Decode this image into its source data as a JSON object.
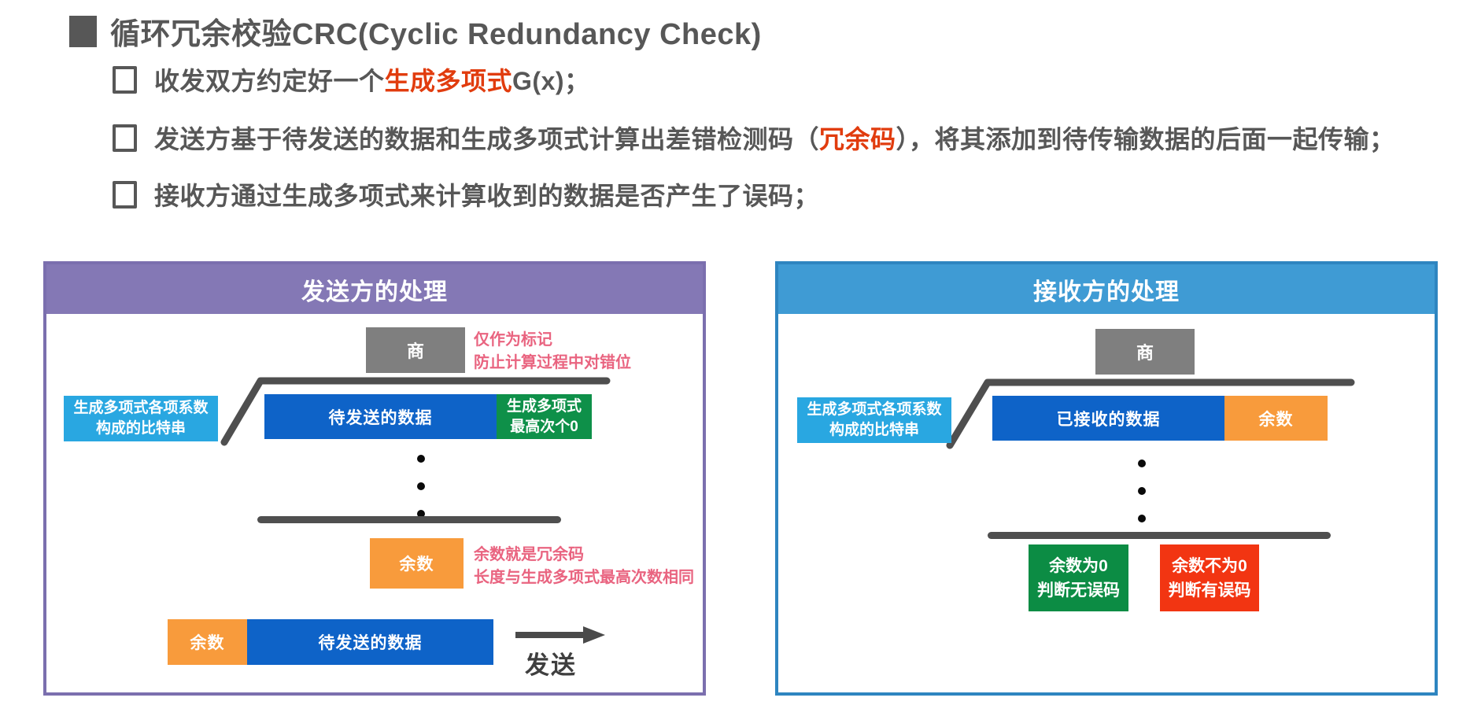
{
  "title": {
    "zh": "循环冗余校验CRC(",
    "en": "Cyclic Redundancy Check",
    "close": ")"
  },
  "bullets": {
    "b1": {
      "pre": "收发双方约定好一个",
      "highlight": "生成多项式",
      "post": "G(x)；"
    },
    "b2": {
      "pre": "发送方基于待发送的数据和生成多项式计算出差错检测码（",
      "highlight": "冗余码",
      "post": "），将其添加到待传输数据的后面一起传输；"
    },
    "b3": {
      "pre": "接收方通过生成多项式来计算收到的数据是否产生了误码；",
      "highlight": "",
      "post": ""
    }
  },
  "sender": {
    "header": "发送方的处理",
    "quotient": "商",
    "quotient_note_line1": "仅作为标记",
    "quotient_note_line2": "防止计算过程中对错位",
    "divisor_line1": "生成多项式各项系数",
    "divisor_line2": "构成的比特串",
    "dividend": "待发送的数据",
    "zeros_line1": "生成多项式",
    "zeros_line2": "最高次个0",
    "remainder": "余数",
    "remainder_note_line1": "余数就是冗余码",
    "remainder_note_line2": "长度与生成多项式最高次数相同",
    "frame_remainder": "余数",
    "frame_data": "待发送的数据",
    "send_label": "发送"
  },
  "receiver": {
    "header": "接收方的处理",
    "quotient": "商",
    "divisor_line1": "生成多项式各项系数",
    "divisor_line2": "构成的比特串",
    "received_data": "已接收的数据",
    "remainder": "余数",
    "ok_line1": "余数为0",
    "ok_line2": "判断无误码",
    "err_line1": "余数不为0",
    "err_line2": "判断有误码"
  },
  "colors": {
    "dark": "#575757",
    "red": "#e13c0e",
    "line": "#4f4f4f",
    "pink": "#e96480",
    "purple_header": "#8478b5",
    "purple_border": "#7b6fae",
    "blue_header": "#3f9bd4",
    "blue_border": "#2e85c0",
    "light_blue": "#29a7e1",
    "blue": "#0e63c8",
    "green": "#0e9049",
    "green_ok": "#0c8c44",
    "orange": "#f89b3c",
    "red_err": "#f23512",
    "gray_box": "#7f7f7f"
  }
}
